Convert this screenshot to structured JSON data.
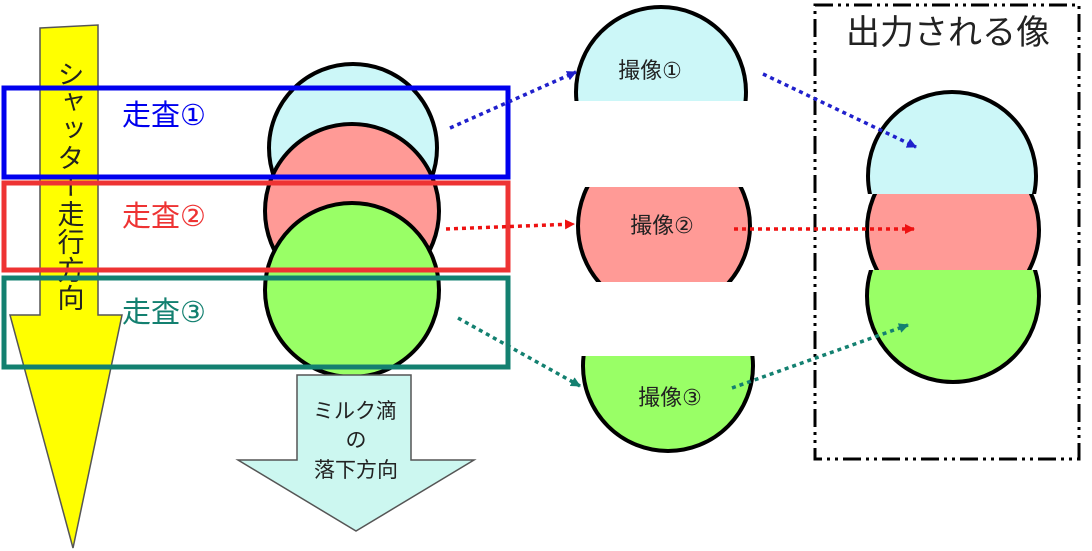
{
  "shutter_arrow": {
    "label": "シャッター走行方向",
    "fill": "#ffff00"
  },
  "scans": [
    {
      "label": "走査①",
      "color": "#0000ee"
    },
    {
      "label": "走査②",
      "color": "#ee3333"
    },
    {
      "label": "走査③",
      "color": "#138070"
    }
  ],
  "captures": [
    {
      "label": "撮像①",
      "fill": "#ccf7f8",
      "arrow_color": "#2020cc"
    },
    {
      "label": "撮像②",
      "fill": "#ff9a96",
      "arrow_color": "#ee1111"
    },
    {
      "label": "撮像③",
      "fill": "#99ff66",
      "arrow_color": "#138070"
    }
  ],
  "drop_direction": {
    "lines": [
      "ミルク滴",
      "の",
      "落下方向"
    ],
    "fill": "#ccf7f0"
  },
  "output": {
    "title": "出力される像"
  }
}
